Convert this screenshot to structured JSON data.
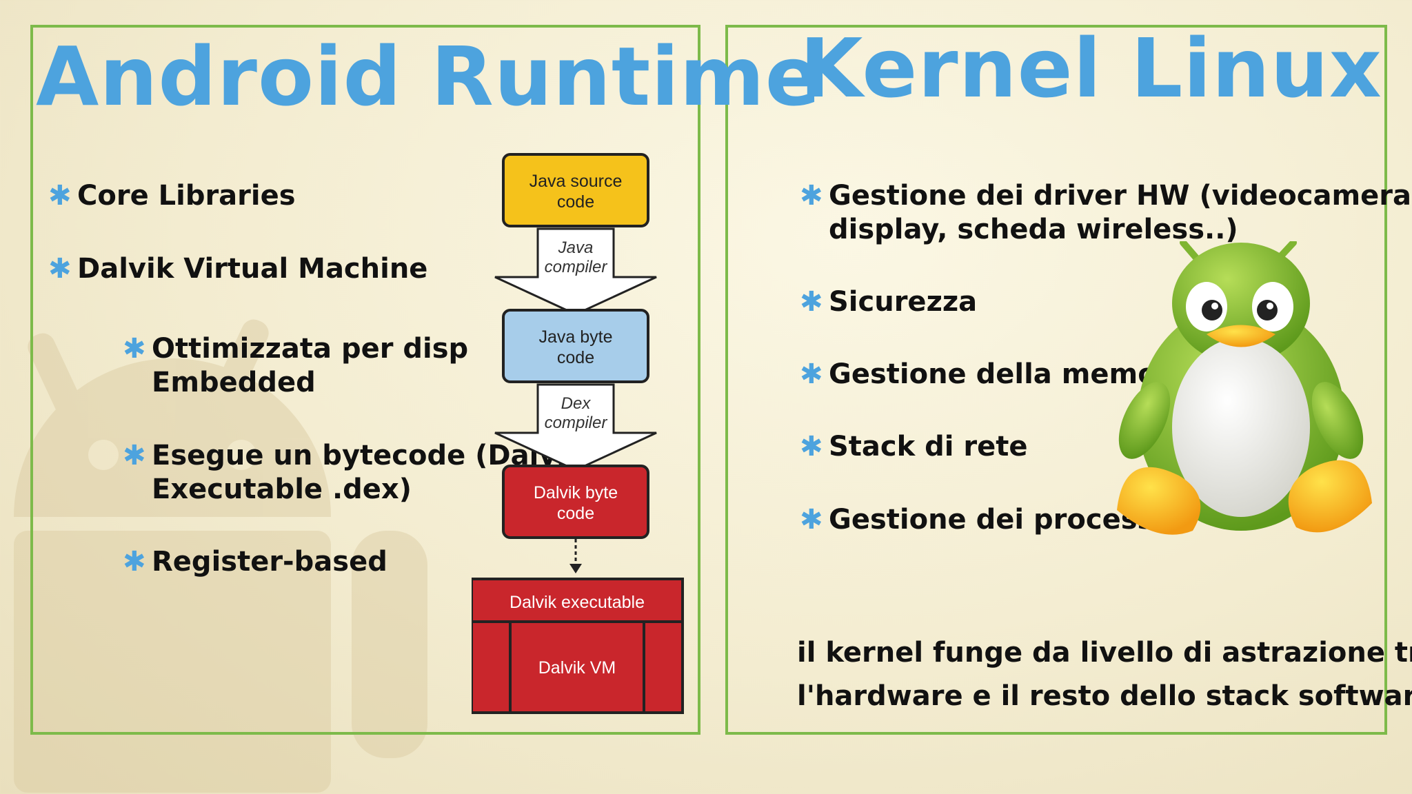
{
  "left": {
    "title": "Android Runtime",
    "bullets": [
      "Core Libraries",
      "Dalvik Virtual Machine",
      "Ottimizzata per disp",
      "Embedded",
      "Esegue un bytecode (Dalvik",
      "Executable .dex)",
      "Register-based"
    ]
  },
  "diagram": {
    "java_source": [
      "Java source",
      "code"
    ],
    "java_compiler": [
      "Java",
      "compiler"
    ],
    "java_byte": [
      "Java byte",
      "code"
    ],
    "dex_compiler": [
      "Dex",
      "compiler"
    ],
    "dalvik_byte": [
      "Dalvik byte",
      "code"
    ],
    "dalvik_executable": "Dalvik executable",
    "dalvik_vm": "Dalvik VM"
  },
  "right": {
    "title": "Kernel Linux",
    "bullets": [
      "Gestione dei driver HW (videocamera,",
      "display, scheda wireless..)",
      "Sicurezza",
      "Gestione della memoria",
      "Stack di rete",
      "Gestione dei processi"
    ],
    "note": [
      "il kernel funge da livello di astrazione tra",
      "l'hardware e il resto dello stack software."
    ]
  },
  "colors": {
    "title": "#4da3de",
    "border": "#7dba4a",
    "java_source_box": "#f5c21b",
    "java_byte_box": "#a7cdea",
    "dalvik_box": "#c9262c"
  },
  "icons": {
    "bullet": "asterisk-icon",
    "mascot": "penguin-android-icon",
    "background": "android-robot-watermark"
  }
}
